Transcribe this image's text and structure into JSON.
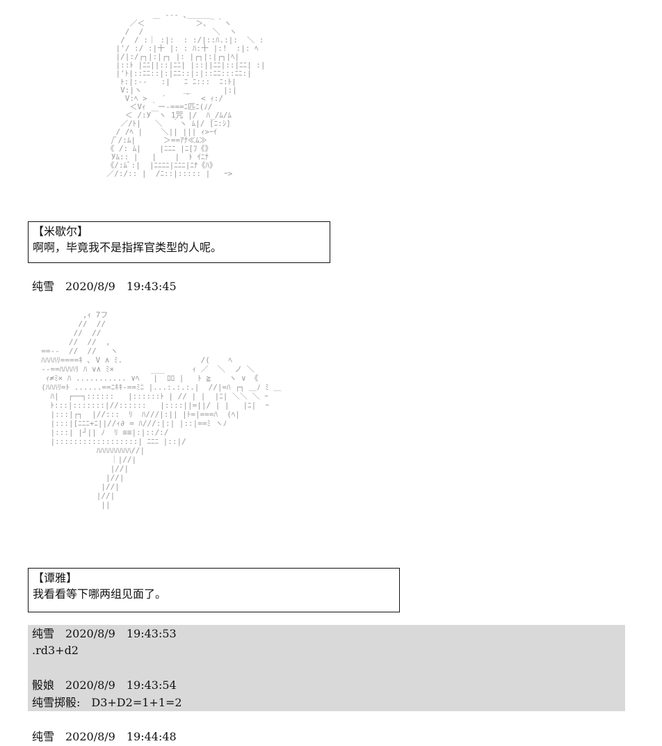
{
  "posts": {
    "meta_1": "纯雪　2020/8/9　19:43:45",
    "meta_2": "纯雪　2020/8/9　19:43:53",
    "command_2": ".rd3+d2",
    "meta_3": "骰娘　2020/8/9　19:43:54",
    "result_3": "纯雪掷骰:　D3+D2=1+1=2",
    "meta_4": "纯雪　2020/8/9　19:44:48"
  },
  "dialogues": [
    {
      "speaker": "【米歇尔】",
      "text": "啊啊，毕竟我不是指挥官类型的人呢。"
    },
    {
      "speaker": "【谭雅】",
      "text": "我看看等下哪两组见面了。"
    }
  ],
  "ascii_art": {
    "art_1": "            ＿ -‐- ､＿＿＿_\n       ／＜           ＞､  ｀ヽ\n      /  /               ＼  ヽ\n     /  / :｜ :|:  : :/|::ﾊ.:|:  ＼ :\n    |'/ :/ :|十 |: : ﾊ:十 |:!  :|: ﾍ\n    |/|:/┌┐|:|┌┐ |: |┌┐|:|┌┐|ﾍ|\n    |::ﾄ |ﾆﾆ||::|ﾆﾆ| |::||ﾆﾆ|::|ﾆﾆ| :|\n    |'ﾄ|::ﾆﾆ::|:|ﾆﾆ::|:|::ﾆﾆ:::ﾆﾆ:|\n     ﾄ:|:-‐   :|   ﾆ ﾆ:::  ﾆ:ﾄ|\n     V:|ヽ         ＿       |:|\n      V:ﾍ >   ´    ｀  < ｨ:/\n       ＜Vｨ ｀ー‐===ﾆ匹ﾆ(ﾉ/\n      ＜ /:У￣ヽ 1咒 |/  ﾊ_/ﾑ/ﾑ\n     ／/ﾄ|   ＼  ｀ヽ ﾑ|/ [ﾆ:ｼ] \n    / /ﾍ |    ＼|| ||| ｨ>ｰｲ\n   /ﾞ/:ﾑ|      ＞==ｱﾅ≪ﾑ≫\n  《 /: ﾑ|    |ﾆﾆﾆ |ﾆ[ﾌ《》\n   Уﾑ:: |   |    |  ﾄ ｲﾆﾅ\n  《/:ﾑﾞ:|  |ﾆﾆﾆﾆ|ﾆﾆﾆ|ﾆﾅ《ﾊ》\n  ／/:/:: |  /ﾆ::|::::: |   ｰ>",
    "art_2": "           ,ｨ 7フ\n          //  //\n         //  //\n        //  //  ,\n  ==-‐  //  //   ヽ\n  ﾊﾊﾊﾊﾘ====ｷ ､ V ∧ ﾐ.                 /(    ﾍ\n  -‐==ﾊﾊﾊﾊﾘ ﾊ ∨∧ ﾐ×        ___      ｨ ／  ＼  ノ ＼\n   ｨ≠ﾐ× ﾊ ........... ∨ﾍ   |  ﾛﾛ |   ﾄ ≧    ヽ ∨ 《\n  (ﾊﾊﾊﾘ=ﾄ ......==ﾆｷｷ‐==ﾐﾆ |...:.:.:.|  //|=ﾊ ┌┐ ＿ﾉ ﾐ ＿\n    ﾊ|  ┌──┐::::::   |::::::ﾄ | // | |  |ﾆ| ＼＼ ＼ ｰ\n    ﾄ:::|:::::::|//::::::   |::::||=||/ | |   |ﾆ|  ｰ\n    |:::|┌┐  |//:::  ﾘ  ﾊ///|:|| |ﾄ=|===ﾊ  (ﾍ|\n    |:::|[ﾆﾆﾆ+ﾆ||//ｨ∂ = ﾊ///:|:| |::|==ﾐ ヽﾉ\n    |:::| |┘|| ﾉ  ﾘ ≡≡|:|::/:/\n    |::::::::::::::::::| ﾆﾆﾆ |::|/\n              ﾊﾊﾊﾊﾊﾊﾊﾊﾊ//|\n                 ｜|//|\n                 |//|\n                |//|\n               |//|\n              |//|\n               ||"
  }
}
